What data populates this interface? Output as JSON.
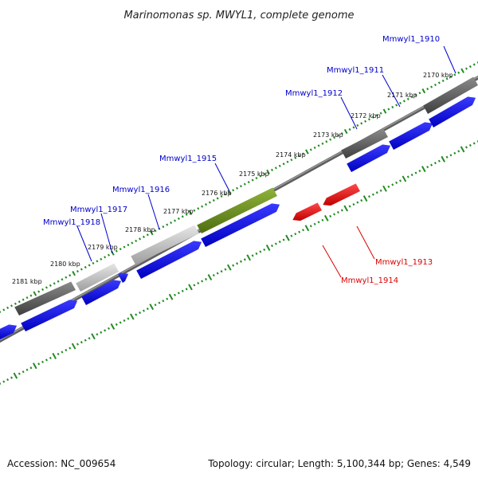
{
  "title": "Marinomonas sp. MWYL1, complete genome",
  "accession": "Accession: NC_009654",
  "summary": "Topology: circular; Length: 5,100,344 bp; Genes: 4,549",
  "colors": {
    "backbone": "#808080",
    "tick": "#228b22",
    "forward_cds": "#0000ee",
    "reverse_cds": "#ee0000",
    "gene_dark": "#666666",
    "gene_light": "#bdbdbd",
    "gene_olive": "#6b8e23",
    "label_forward": "#0000cc",
    "label_reverse": "#dd0000"
  },
  "scale_labels": [
    "2170 kbp",
    "2171 kbp",
    "2172 kbp",
    "2173 kbp",
    "2174 kbp",
    "2175 kbp",
    "2176 kbp",
    "2177 kbp",
    "2178 kbp",
    "2179 kbp",
    "2180 kbp",
    "2181 kbp"
  ],
  "gene_labels_forward": [
    "Mmwyl1_1910",
    "Mmwyl1_1911",
    "Mmwyl1_1912",
    "Mmwyl1_1915",
    "Mmwyl1_1916",
    "Mmwyl1_1917",
    "Mmwyl1_1918"
  ],
  "gene_labels_reverse": [
    "Mmwyl1_1913",
    "Mmwyl1_1914"
  ]
}
